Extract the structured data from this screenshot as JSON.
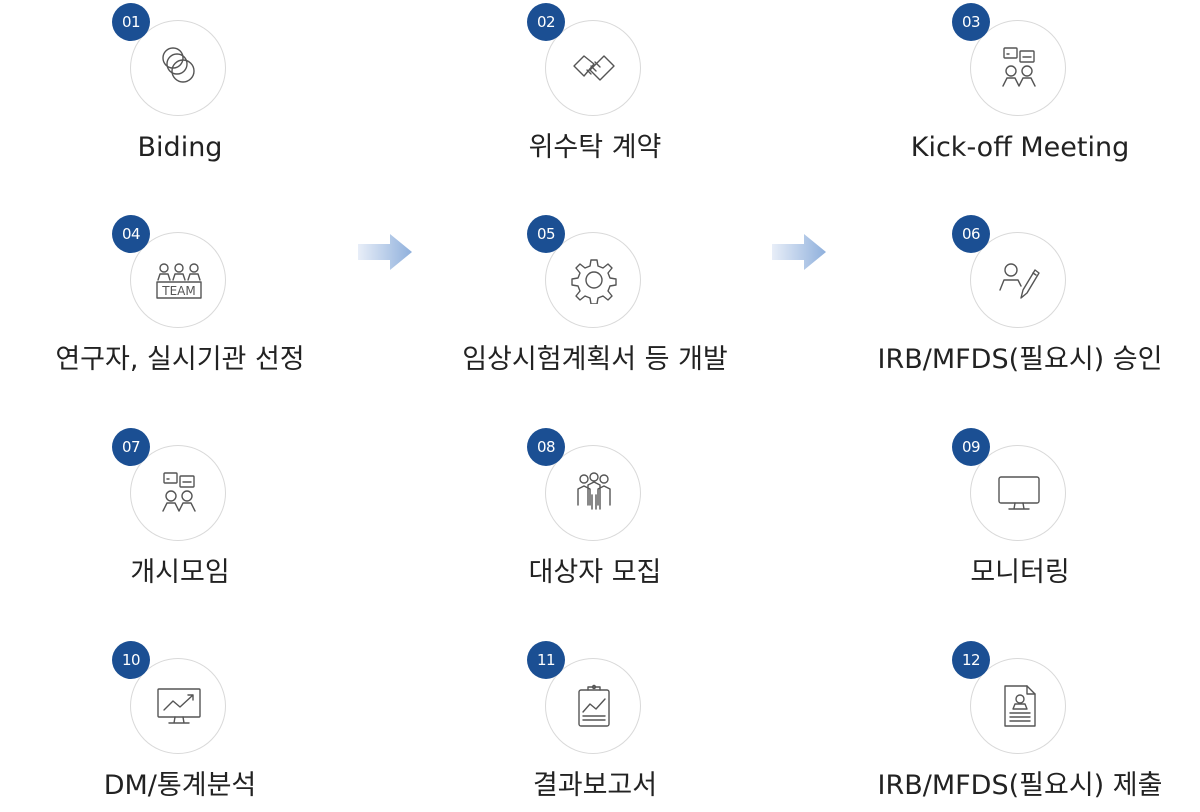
{
  "colors": {
    "badge": "#1b4f93",
    "circle_border": "#d9d9d9",
    "arrow_start": "#e8eef8",
    "arrow_end": "#8fb0dc",
    "label_text": "#222222"
  },
  "steps": [
    {
      "number": "01",
      "label": "Biding",
      "icon": "coins-icon"
    },
    {
      "number": "02",
      "label": "위수탁 계약",
      "icon": "handshake-icon"
    },
    {
      "number": "03",
      "label": "Kick-off Meeting",
      "icon": "meeting-icon"
    },
    {
      "number": "04",
      "label": "연구자, 실시기관 선정",
      "icon": "team-icon"
    },
    {
      "number": "05",
      "label": "임상시험계획서 등 개발",
      "icon": "gear-icon"
    },
    {
      "number": "06",
      "label": "IRB/MFDS(필요시) 승인",
      "icon": "approval-icon"
    },
    {
      "number": "07",
      "label": "개시모임",
      "icon": "meeting-icon"
    },
    {
      "number": "08",
      "label": "대상자 모집",
      "icon": "group-icon"
    },
    {
      "number": "09",
      "label": "모니터링",
      "icon": "monitor-icon"
    },
    {
      "number": "10",
      "label": "DM/통계분석",
      "icon": "chart-monitor-icon"
    },
    {
      "number": "11",
      "label": "결과보고서",
      "icon": "clipboard-icon"
    },
    {
      "number": "12",
      "label": "IRB/MFDS(필요시) 제출",
      "icon": "document-icon"
    }
  ],
  "arrows": [
    "arrow-right-icon",
    "arrow-right-icon"
  ]
}
